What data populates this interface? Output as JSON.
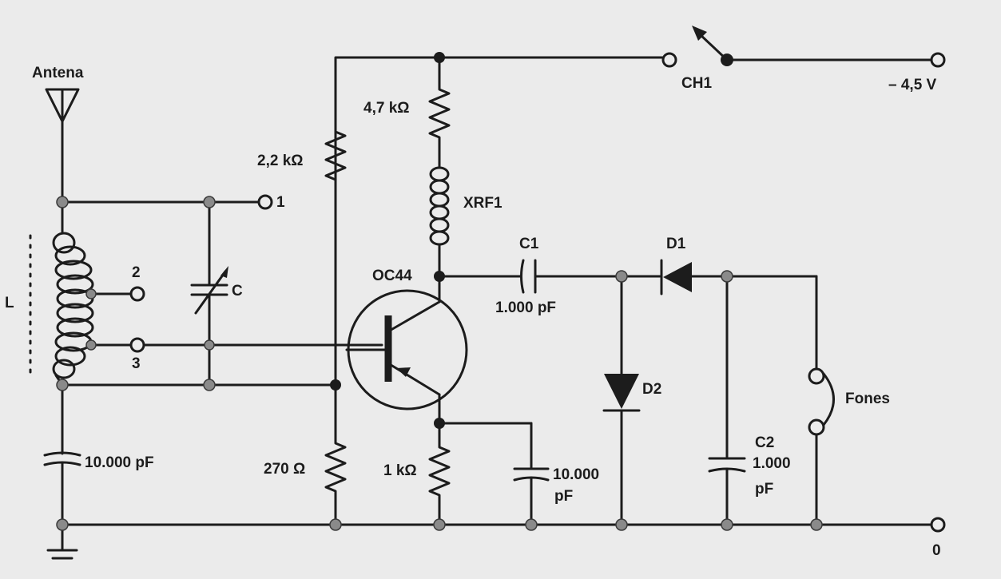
{
  "labels": {
    "antenna": "Antena",
    "ch1": "CH1",
    "supply": "– 4,5 V",
    "r47": "4,7 kΩ",
    "r22": "2,2 kΩ",
    "xrf1": "XRF1",
    "terminal1": "1",
    "terminal2": "2",
    "terminal3": "3",
    "variable_cap": "C",
    "coil": "L",
    "transistor": "OC44",
    "c1_name": "C1",
    "c1_value": "1.000 pF",
    "d1": "D1",
    "d2": "D2",
    "headphones": "Fones",
    "c2_name": "C2",
    "c2_value_line1": "1.000",
    "c2_value_line2": "pF",
    "c_ant_value": "10.000 pF",
    "r270": "270 Ω",
    "r1k": "1 kΩ",
    "c_emit_line1": "10.000",
    "c_emit_line2": "pF",
    "ground_terminal": "0"
  }
}
